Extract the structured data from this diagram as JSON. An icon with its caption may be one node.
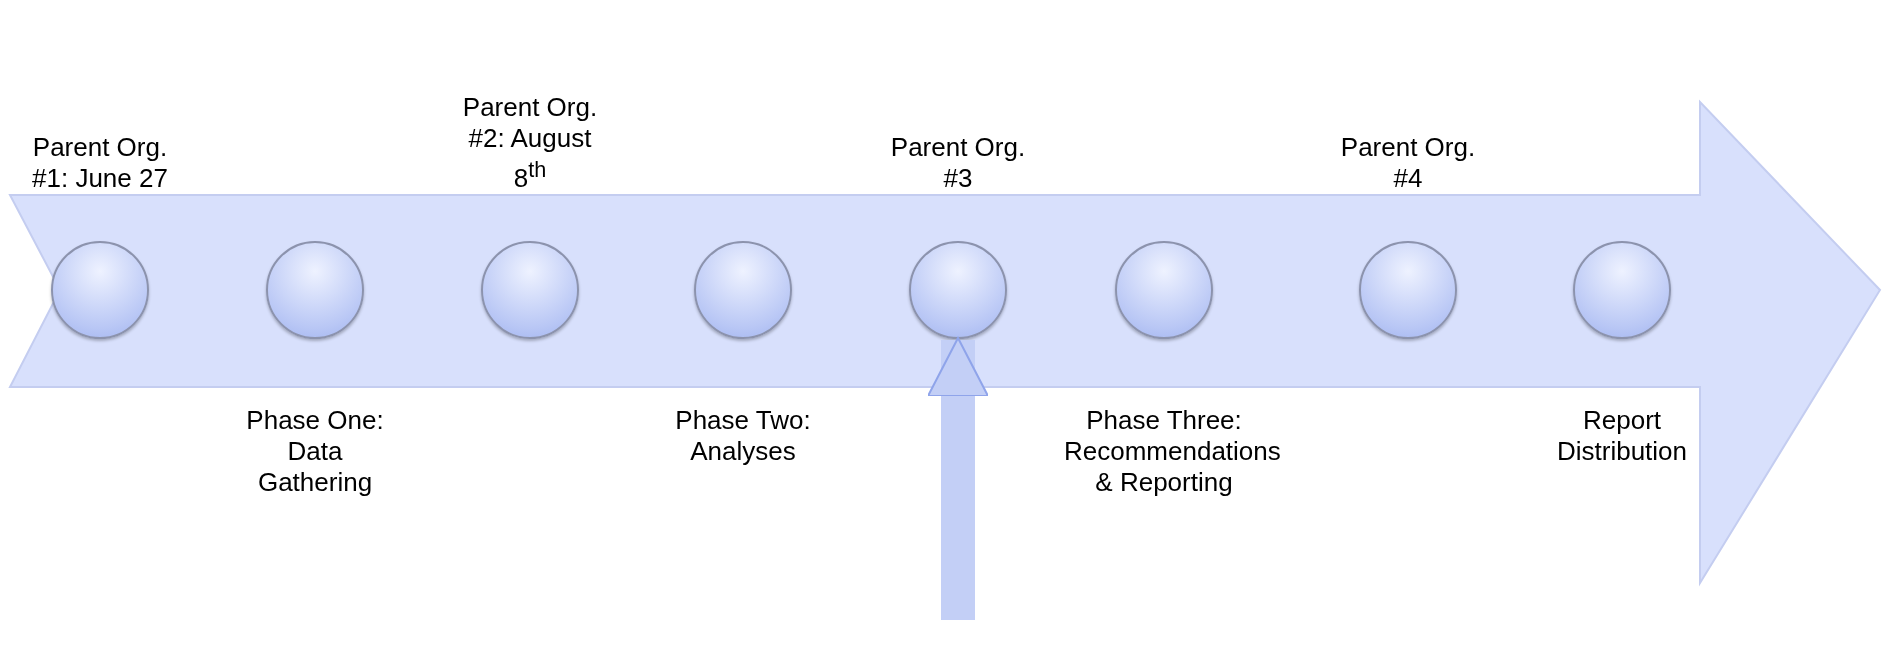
{
  "diagram": {
    "nodes": [
      {
        "text": [],
        "shape": "arrow"
      },
      {
        "text": [],
        "shape": "circle",
        "in": 0,
        "beside": [
          "Parent Org. #1: June 27"
        ]
      },
      {
        "text": [],
        "shape": "circle",
        "in": 0,
        "beside": [
          "Phase One: Data Gathering"
        ]
      },
      {
        "text": [],
        "shape": "circle",
        "in": 0,
        "beside": [
          "Parent Org. #2: August 8$^{th}$"
        ]
      },
      {
        "text": [],
        "shape": "circle",
        "in": 0,
        "beside": [
          "Phase Two: Analyses"
        ]
      },
      {
        "text": [],
        "shape": "circle",
        "in": 0,
        "beside": [
          "Parent Org. #3"
        ]
      },
      {
        "text": [],
        "shape": "circle",
        "in": 0,
        "beside": [
          "Phase Three: Recommendations & Reporting"
        ]
      },
      {
        "text": [],
        "shape": "circle",
        "in": 0,
        "beside": [
          "Parent Org. #4"
        ]
      },
      {
        "text": [],
        "shape": "circle",
        "in": 0,
        "beside": [
          "Report Distribution"
        ]
      }
    ],
    "edges": [
      {
        "from": null,
        "to": 5,
        "arrow": "to"
      }
    ]
  }
}
